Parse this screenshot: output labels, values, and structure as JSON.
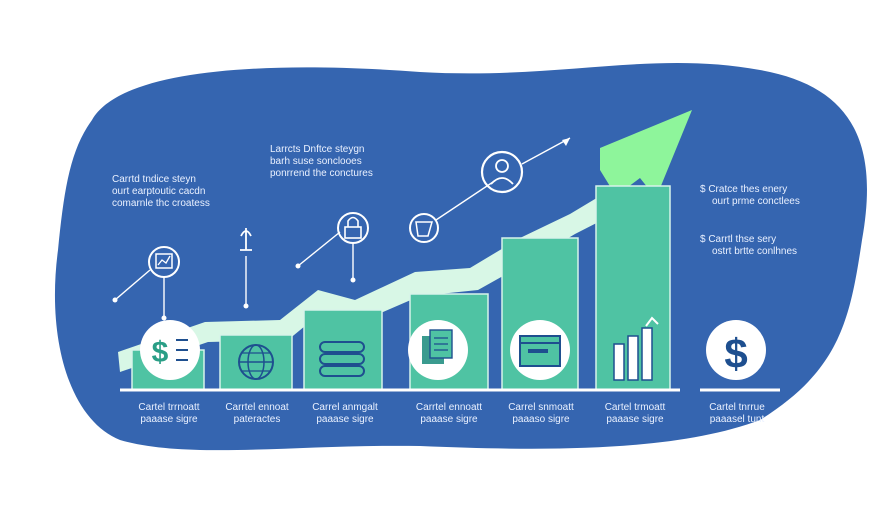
{
  "colors": {
    "background": "#ffffff",
    "blob": "#3565b0",
    "bar_fill": "#4fc3a3",
    "bar_outline": "#d7f3ea",
    "arrow_band": "#d8f7e6",
    "arrow_head": "#8ef59b",
    "line": "#ffffff",
    "icon_bg": "#ffffff",
    "icon_stroke": "#1e4f8f"
  },
  "left_notes": [
    {
      "line1": "Carrtd tndice steyn",
      "line2": "ourt earptoutic cacdn",
      "line3": "comarnle thc croatess"
    },
    {
      "line1": "Larrcts Dnftce steygn",
      "line2": "barh suse sonclooes",
      "line3": "ponrrend the conctures"
    }
  ],
  "right_notes": [
    {
      "line1": "$ Cratce thes enery",
      "line2": "ourt prme conctlees"
    },
    {
      "line1": "$ Carrtl thse sery",
      "line2": "ostrt brtte conlhnes"
    }
  ],
  "bar_labels": [
    {
      "line1": "Cartel trrnoatt",
      "line2": "paaase sigre"
    },
    {
      "line1": "Carrtel ennoat",
      "line2": "pateractes"
    },
    {
      "line1": "Carrel anmgalt",
      "line2": "paaase sigre"
    },
    {
      "line1": "Carrtel ennoatt",
      "line2": "paaase sigre"
    },
    {
      "line1": "Carrel snmoatt",
      "line2": "paaaso sigre"
    },
    {
      "line1": "Cartel trmoatt",
      "line2": "paaase sigre"
    },
    {
      "line1": "Cartel tnrrue",
      "line2": "paaasel tunt"
    }
  ],
  "icons": {
    "bars": [
      "dollar-list-icon",
      "globe-icon",
      "stack-icon",
      "documents-icon",
      "folder-icon",
      "bar-chart-icon",
      "dollar-icon"
    ],
    "callouts": [
      "chart-board-icon",
      "tool-icon",
      "lock-icon",
      "people-icon",
      "user-icon"
    ]
  }
}
